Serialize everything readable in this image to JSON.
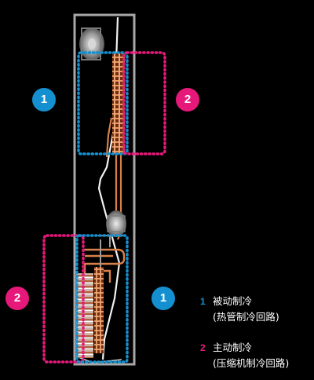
{
  "badges": [
    {
      "id": "passive-top",
      "label": "1",
      "color": "#1490d0"
    },
    {
      "id": "active-top",
      "label": "2",
      "color": "#e6197a"
    },
    {
      "id": "active-bottom",
      "label": "2",
      "color": "#e6197a"
    },
    {
      "id": "passive-bottom",
      "label": "1",
      "color": "#1490d0"
    }
  ],
  "legend": {
    "items": [
      {
        "number": "1",
        "color": "#1490d0",
        "title": "被动制冷",
        "subtitle": "(热管制冷回路)"
      },
      {
        "number": "2",
        "color": "#e6197a",
        "title": "主动制冷",
        "subtitle": "(压缩机制冷回路)"
      }
    ]
  },
  "colors": {
    "passive": "#1490d0",
    "active": "#e6197a",
    "copper": "#d9804a",
    "frame": "#a8a8a8",
    "background": "#000000"
  }
}
